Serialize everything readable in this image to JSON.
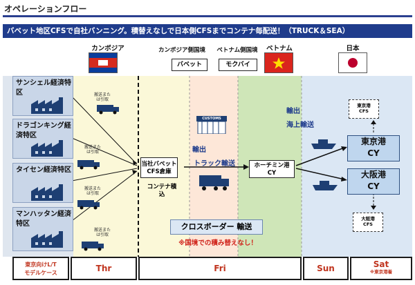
{
  "header": {
    "title": "オペレーションフロー",
    "banner": "バベット地区CFSで自社バンニング。積替えなしで日本側CFSまでコンテナ毎配送！（TRUCK＆SEA）"
  },
  "countries": {
    "cambodia": "カンボジア",
    "vietnam": "ベトナム",
    "japan": "日本",
    "cambodia_border": "カンボジア側国境",
    "vietnam_border": "ベトナム側国境",
    "bavet": "バベット",
    "mocbai": "モクバイ"
  },
  "sez": [
    "サンシェル経済特区",
    "ドラゴンキング経済特区",
    "タイセン経済特区",
    "マンハッタン経済特区"
  ],
  "truck_label": "搬送また\nは引取",
  "warehouse": {
    "line1": "当社バベット",
    "line2": "CFS倉庫"
  },
  "container_load": "コンテナ積込",
  "customs": "CUSTOMS",
  "export": "輸出",
  "truck_transport": "トラック輸送",
  "hcm_port": {
    "line1": "ホーチミン港",
    "line2": "CY"
  },
  "export_sea": {
    "line1": "輸出",
    "line2": "海上輸送"
  },
  "tokyo_port": {
    "line1": "東京港",
    "line2": "CY"
  },
  "osaka_port": {
    "line1": "大阪港",
    "line2": "CY"
  },
  "tokyo_cfs": {
    "line1": "東京港",
    "line2": "CFS"
  },
  "osaka_cfs": {
    "line1": "大阪港",
    "line2": "CFS"
  },
  "crossborder": "クロスボーダー 輸送",
  "no_transship": "※国境での積み替えなし！",
  "footer": {
    "case": "東京向けL/T\nモデルケース",
    "thr": "Thr",
    "fri": "Fri",
    "sun": "Sun",
    "sat": "Sat",
    "sat_note": "※東京港着"
  },
  "colors": {
    "banner": "#1f3c8c",
    "green_zone": "#cfe6b8",
    "blue_zone": "#dbe7f4",
    "yellow_zone": "#fbf8d8",
    "footer_text": "#c0341e"
  }
}
